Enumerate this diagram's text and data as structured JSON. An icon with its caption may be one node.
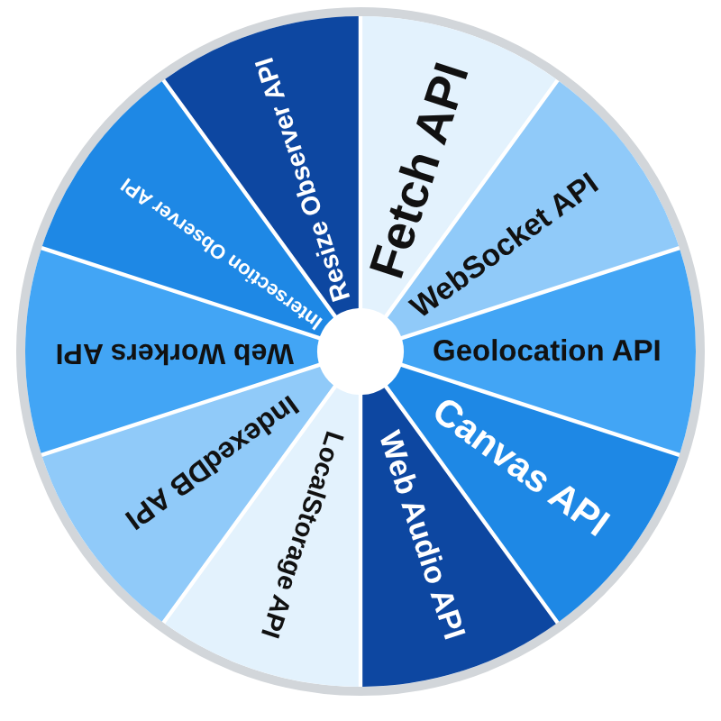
{
  "diagram": {
    "nodes": [
      {
        "text": [
          "Fetch API"
        ]
      },
      {
        "text": [
          "WebSocket API"
        ]
      },
      {
        "text": [
          "Geolocation API"
        ]
      },
      {
        "text": [
          "Canvas API"
        ]
      },
      {
        "text": [
          "Web Audio API"
        ]
      },
      {
        "text": [
          "LocalStorage API"
        ]
      },
      {
        "text": [
          "IndexedDB API"
        ]
      },
      {
        "text": [
          "Web Workers API"
        ]
      },
      {
        "text": [
          "Intersection Observer API"
        ]
      },
      {
        "text": [
          "Resize Observer API"
        ]
      }
    ]
  }
}
